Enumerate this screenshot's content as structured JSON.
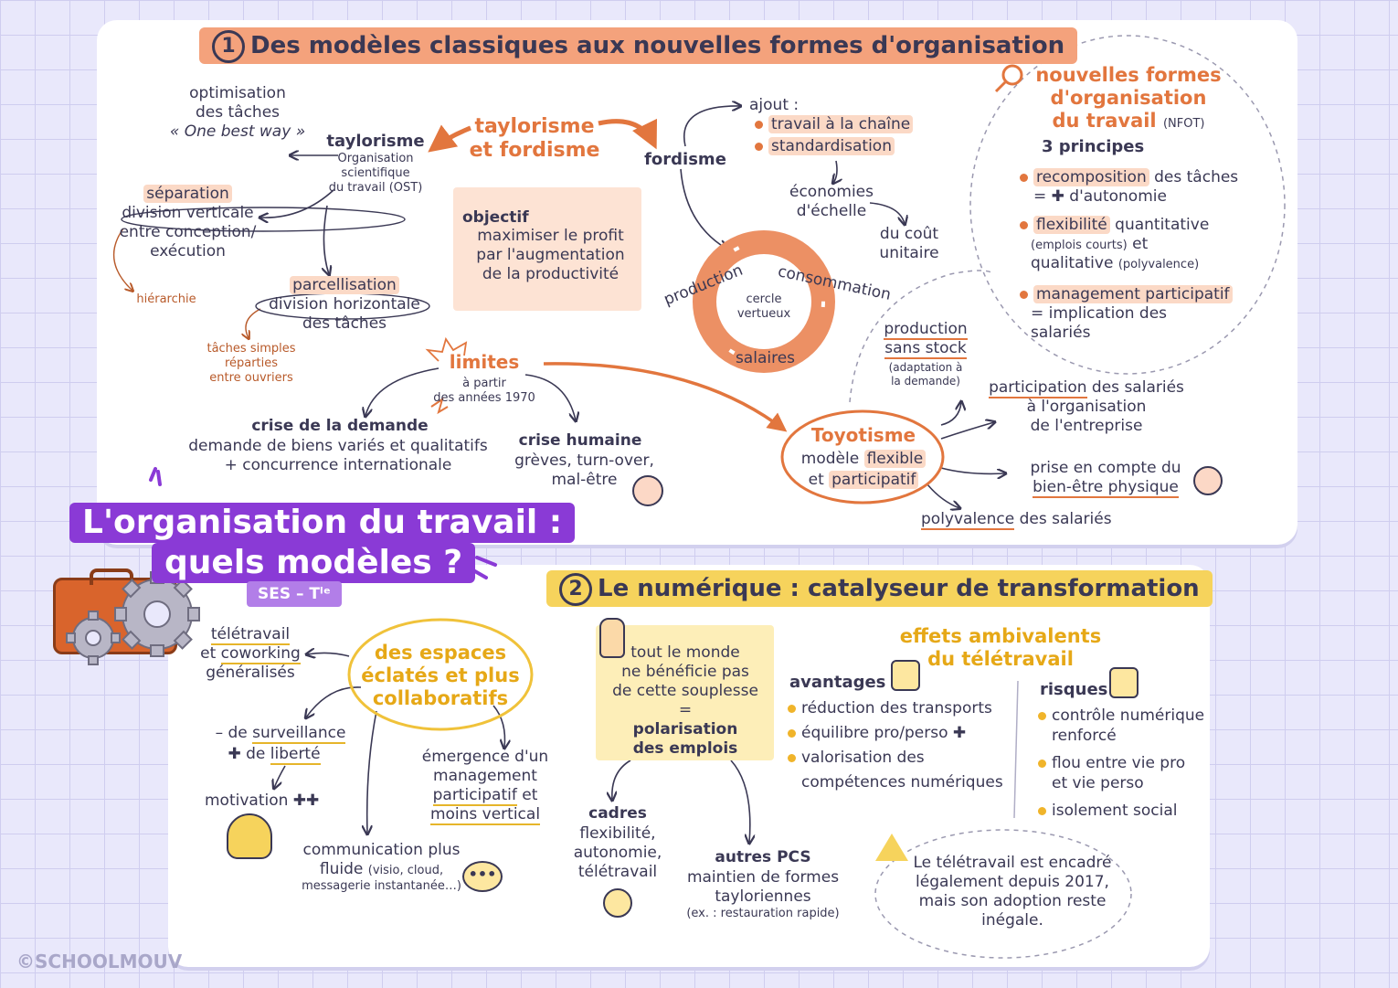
{
  "main_title": {
    "line1": "L'organisation du travail :",
    "line2": "quels modèles ?",
    "badge": "SES – Tˡᵉ"
  },
  "section1": {
    "number": "1",
    "title": "Des modèles classiques aux nouvelles formes d'organisation",
    "optim": [
      "optimisation",
      "des tâches",
      "« One best way »"
    ],
    "taylorisme": {
      "label": "taylorisme",
      "desc": [
        "Organisation",
        "scientifique",
        "du travail (OST)"
      ]
    },
    "separation": {
      "hl": "séparation",
      "lines": [
        "division verticale",
        "entre conception/",
        "exécution"
      ],
      "note": "hiérarchie"
    },
    "parcellisation": {
      "hl": "parcellisation",
      "lines": [
        "division horizontale",
        "des tâches"
      ],
      "note": [
        "tâches simples",
        "réparties",
        "entre ouvriers"
      ]
    },
    "center": [
      "taylorisme",
      "et fordisme"
    ],
    "objectif": {
      "label": "objectif",
      "lines": [
        "maximiser le profit",
        "par l'augmentation",
        "de la productivité"
      ]
    },
    "fordisme": "fordisme",
    "ajout": {
      "label": "ajout :",
      "items": [
        "travail à la chaîne",
        "standardisation"
      ]
    },
    "economies": [
      "économies",
      "d'échelle"
    ],
    "cout": [
      "du coût",
      "unitaire"
    ],
    "cycle": {
      "production": "production",
      "consommation": "consommation",
      "salaires": "salaires",
      "center": [
        "cercle",
        "vertueux"
      ]
    },
    "limites": {
      "label": "limites",
      "sub": [
        "à partir",
        "des années 1970"
      ]
    },
    "crise_demande": {
      "label": "crise de la demande",
      "lines": [
        "demande de biens variés et qualitatifs",
        "+ concurrence internationale"
      ]
    },
    "crise_humaine": {
      "label": "crise humaine",
      "lines": [
        "grèves, turn-over,",
        "mal-être"
      ]
    },
    "toyotisme": {
      "label": "Toyotisme",
      "line1_a": "modèle",
      "line1_b": "flexible",
      "line2_a": "et",
      "line2_b": "participatif"
    },
    "stock": {
      "lines": [
        "production",
        "sans stock"
      ],
      "note": [
        "(adaptation à",
        "la demande)"
      ]
    },
    "participation": {
      "u": "participation",
      "rest": " des salariés",
      "lines": [
        "à l'organisation",
        "de l'entreprise"
      ]
    },
    "bienetre": {
      "line1": "prise en compte du",
      "line2": "bien-être physique"
    },
    "polyvalence": {
      "u": "polyvalence",
      "rest": " des salariés"
    },
    "nfot": {
      "title": [
        "nouvelles formes",
        "d'organisation",
        "du travail"
      ],
      "abbr": "(NFOT)",
      "principes": "3 principes",
      "p1": {
        "hl": "recomposition",
        "rest": " des tâches",
        "line2": "= ✚ d'autonomie"
      },
      "p2": {
        "hl": "flexibilité",
        "rest": " quantitative",
        "line2a": "(emplois courts)",
        "line2b": " et",
        "line3a": "qualitative ",
        "line3b": "(polyvalence)"
      },
      "p3": {
        "hl": "management participatif",
        "line2": "= implication des",
        "line3": "salariés"
      }
    }
  },
  "section2": {
    "number": "2",
    "title": "Le numérique : catalyseur de transformation",
    "espaces": [
      "des espaces",
      "éclatés et plus",
      "collaboratifs"
    ],
    "teletravail": {
      "u1": "télétravail",
      "pre2": "et ",
      "u2": "coworking",
      "line3": "généralisés"
    },
    "surveillance": {
      "pre": "– de ",
      "u": "surveillance"
    },
    "liberte": {
      "pre": "✚ de ",
      "u": "liberté"
    },
    "motivation": "motivation ✚✚",
    "communication": {
      "line1": "communication plus",
      "line2a": "fluide ",
      "line2b": "(visio, cloud,",
      "line3": "messagerie instantanée…)"
    },
    "management": {
      "line1": "émergence d'un",
      "line2": "management",
      "u3": "participatif",
      "rest3": " et",
      "u4": "moins vertical"
    },
    "note": {
      "lines": [
        "tout le monde",
        "ne bénéficie pas",
        "de cette souplesse",
        "="
      ],
      "bold": [
        "polarisation",
        "des emplois"
      ]
    },
    "cadres": {
      "label": "cadres",
      "lines": [
        "flexibilité,",
        "autonomie,",
        "télétravail"
      ]
    },
    "autres": {
      "label": "autres PCS",
      "lines": [
        "maintien de formes",
        "tayloriennes"
      ],
      "note": "(ex. : restauration rapide)"
    },
    "effets": [
      "effets ambivalents",
      "du télétravail"
    ],
    "avantages": {
      "label": "avantages",
      "items": [
        "réduction des transports",
        "équilibre pro/perso ✚",
        "valorisation des"
      ],
      "item3b": "compétences numériques"
    },
    "risques": {
      "label": "risques",
      "items": [
        "contrôle numérique",
        "flou entre vie pro",
        "isolement social"
      ],
      "item1b": "renforcé",
      "item2b": "et vie perso"
    },
    "legal": [
      "Le télétravail est encadré",
      "légalement depuis 2017,",
      "mais son adoption reste",
      "inégale."
    ]
  },
  "logo": "©SCHOOLMOUV",
  "colors": {
    "accent": "#e2763e",
    "purple": "#8a3ad6",
    "yellow": "#f6d35c",
    "ink": "#3a3854"
  }
}
